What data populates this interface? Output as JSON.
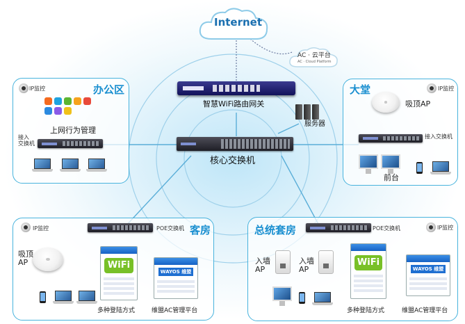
{
  "colors": {
    "accent": "#1a8fd0",
    "line": "#5aaed8",
    "zone_border": "#48b3dd",
    "dotted": "#6a7aa0"
  },
  "cloud": {
    "internet": "Internet",
    "platform": "AC · 云平台",
    "platform_sub": "AC · Cloud Platform"
  },
  "core": {
    "gateway_label": "智慧WiFi路由网关",
    "switch_label": "核心交换机",
    "server_label": "服务器"
  },
  "office": {
    "title": "办公区",
    "ip_camera": "IP监控",
    "behavior_mgmt": "上网行为管理",
    "access_switch": "接入\n交换机",
    "apps": [
      "#f56b1f",
      "#1ea3e0",
      "#5cb531",
      "#f6a21c",
      "#e94a3a",
      "#2c8ae0",
      "#8a5be8",
      "#f0c11a"
    ],
    "app_labels": [
      "",
      "",
      "",
      "",
      "",
      "",
      "",
      ""
    ]
  },
  "lobby": {
    "title": "大堂",
    "ip_camera": "IP监控",
    "ceiling_ap": "吸顶AP",
    "access_switch": "接入交换机",
    "front_desk": "前台"
  },
  "guest": {
    "title": "客房",
    "ip_camera": "IP监控",
    "poe_switch": "POE交换机",
    "ceiling_ap": "吸顶\nAP",
    "login": "多种登陆方式",
    "ac_platform": "维盟AC管理平台",
    "wifi_logo": "WiFi",
    "panel_logo": "WAYOS 维盟"
  },
  "suite": {
    "title": "总统套房",
    "ip_camera": "IP监控",
    "poe_switch": "POE交换机",
    "wall_ap_1": "入墙\nAP",
    "wall_ap_2": "入墙\nAP",
    "login": "多种登陆方式",
    "ac_platform": "维盟AC管理平台",
    "wifi_logo": "WiFi",
    "panel_logo": "WAYOS 维盟"
  }
}
